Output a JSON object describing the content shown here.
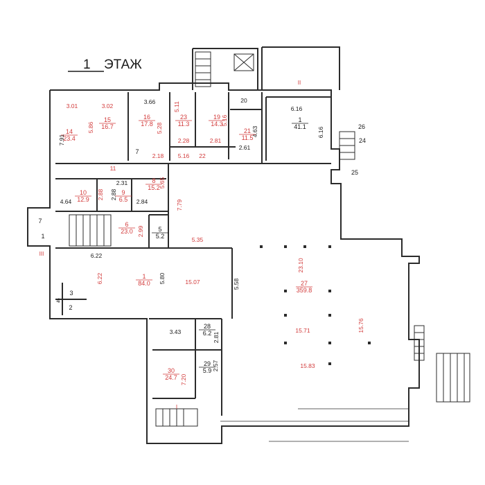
{
  "title": {
    "number": "1",
    "word": "ЭТАЖ"
  },
  "colors": {
    "walls": "#2b2b2b",
    "room_label": "#d23a3a",
    "black_text": "#1a1a1a"
  },
  "room_labels": [
    {
      "name": "room-14",
      "num": "14",
      "area": "23.4"
    },
    {
      "name": "room-15",
      "num": "15",
      "area": "16.7"
    },
    {
      "name": "room-16",
      "num": "16",
      "area": "17.8"
    },
    {
      "name": "room-23",
      "num": "23",
      "area": "11.3"
    },
    {
      "name": "room-19",
      "num": "19",
      "area": "14.3"
    },
    {
      "name": "room-21",
      "num": "21",
      "area": "11.5"
    },
    {
      "name": "room-1-upper",
      "num": "1",
      "area": "41.1"
    },
    {
      "name": "room-10",
      "num": "10",
      "area": "12.9"
    },
    {
      "name": "room-9",
      "num": "9",
      "area": "6.5"
    },
    {
      "name": "room-8",
      "num": "8",
      "area": "15.2"
    },
    {
      "name": "room-6",
      "num": "6",
      "area": "23.0"
    },
    {
      "name": "room-5",
      "num": "5",
      "area": "5.2"
    },
    {
      "name": "room-1-lower",
      "num": "1",
      "area": "84.0"
    },
    {
      "name": "room-27",
      "num": "27",
      "area": "359.8"
    },
    {
      "name": "room-28",
      "num": "28",
      "area": "6.2"
    },
    {
      "name": "room-29",
      "num": "29",
      "area": "5.9"
    },
    {
      "name": "room-30",
      "num": "30",
      "area": "24.7"
    }
  ],
  "red_dims": [
    "3.01",
    "3.02",
    "5.86",
    "5.28",
    "5.11",
    "5.16",
    "2.28",
    "2.81",
    "5.16",
    "22",
    "2.18",
    "11",
    "5.65",
    "7.79",
    "2.88",
    "2.99",
    "5.35",
    "6.22",
    "15.07",
    "23.10",
    "15.71",
    "15.76",
    "15.83",
    "7.20"
  ],
  "black_dims": [
    "3.66",
    "20",
    "6.16",
    "6.16",
    "4.63",
    "2.61",
    "7.91",
    "2.31",
    "2.88",
    "2.84",
    "4.64",
    "6.22",
    "5.80",
    "5.58",
    "3.43",
    "2.81",
    "2.57"
  ],
  "small_rooms": [
    "7",
    "1",
    "3",
    "4",
    "2",
    "24",
    "25",
    "26",
    "7"
  ],
  "roman": [
    "II",
    "III",
    "I"
  ]
}
